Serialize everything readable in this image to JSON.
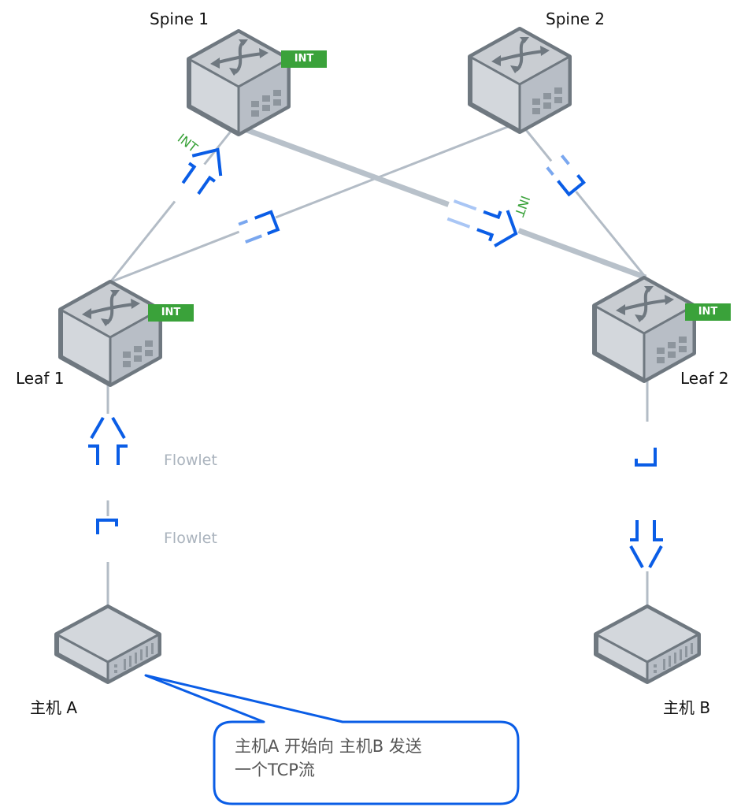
{
  "nodes": {
    "spine1": {
      "label": "Spine 1",
      "type": "switch",
      "badge": "INT"
    },
    "spine2": {
      "label": "Spine 2",
      "type": "switch"
    },
    "leaf1": {
      "label": "Leaf 1",
      "type": "switch",
      "badge": "INT"
    },
    "leaf2": {
      "label": "Leaf 2",
      "type": "switch",
      "badge": "INT"
    },
    "hostA": {
      "label": "主机 A",
      "type": "host"
    },
    "hostB": {
      "label": "主机 B",
      "type": "host"
    }
  },
  "links": [
    {
      "from": "leaf1",
      "to": "spine1",
      "highlighted": false
    },
    {
      "from": "leaf1",
      "to": "spine2",
      "highlighted": false
    },
    {
      "from": "spine1",
      "to": "leaf2",
      "highlighted": true
    },
    {
      "from": "spine2",
      "to": "leaf2",
      "highlighted": false
    },
    {
      "from": "hostA",
      "to": "leaf1",
      "highlighted": false
    },
    {
      "from": "leaf2",
      "to": "hostB",
      "highlighted": false
    }
  ],
  "link_tags": {
    "leaf1_spine1": "INT",
    "spine1_leaf2": "INT"
  },
  "flowlet_labels": [
    "Flowlet",
    "Flowlet"
  ],
  "callout": {
    "line1": "主机A 开始向 主机B 发送",
    "line2": "一个TCP流"
  },
  "colors": {
    "link": "#b3bcc6",
    "flow": "#0a5de6",
    "badge": "#3aa23a",
    "device_stroke": "#6f7880",
    "device_fill": "#d3d7dc"
  }
}
